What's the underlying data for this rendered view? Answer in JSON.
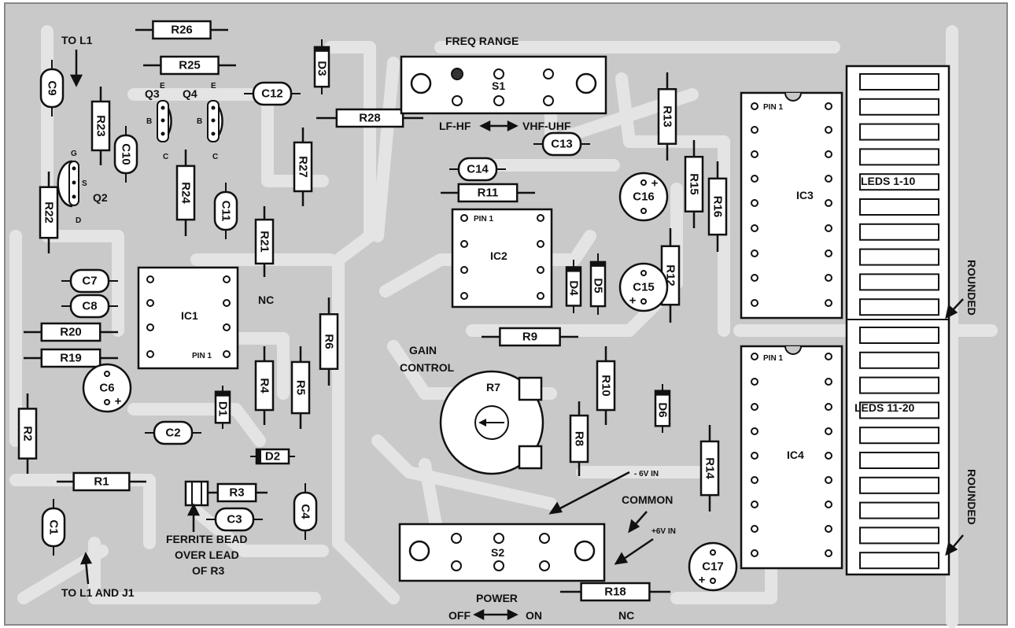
{
  "resistors": [
    {
      "id": "r26",
      "label": "R26"
    },
    {
      "id": "r25",
      "label": "R25"
    },
    {
      "id": "r23",
      "label": "R23"
    },
    {
      "id": "r22",
      "label": "R22"
    },
    {
      "id": "r24",
      "label": "R24"
    },
    {
      "id": "r27",
      "label": "R27"
    },
    {
      "id": "r21",
      "label": "R21"
    },
    {
      "id": "r28",
      "label": "R28"
    },
    {
      "id": "r20",
      "label": "R20"
    },
    {
      "id": "r19",
      "label": "R19"
    },
    {
      "id": "r2",
      "label": "R2"
    },
    {
      "id": "r1",
      "label": "R1"
    },
    {
      "id": "r3",
      "label": "R3"
    },
    {
      "id": "r4",
      "label": "R4"
    },
    {
      "id": "r5",
      "label": "R5"
    },
    {
      "id": "r6",
      "label": "R6"
    },
    {
      "id": "r11",
      "label": "R11"
    },
    {
      "id": "r9",
      "label": "R9"
    },
    {
      "id": "r10",
      "label": "R10"
    },
    {
      "id": "r8",
      "label": "R8"
    },
    {
      "id": "r13",
      "label": "R13"
    },
    {
      "id": "r15",
      "label": "R15"
    },
    {
      "id": "r16",
      "label": "R16"
    },
    {
      "id": "r12",
      "label": "R12"
    },
    {
      "id": "r14",
      "label": "R14"
    },
    {
      "id": "r18",
      "label": "R18"
    }
  ],
  "capacitors": [
    {
      "id": "c9",
      "label": "C9"
    },
    {
      "id": "c10",
      "label": "C10"
    },
    {
      "id": "c12",
      "label": "C12"
    },
    {
      "id": "c11",
      "label": "C11"
    },
    {
      "id": "c7",
      "label": "C7"
    },
    {
      "id": "c8",
      "label": "C8"
    },
    {
      "id": "c2",
      "label": "C2"
    },
    {
      "id": "c1",
      "label": "C1"
    },
    {
      "id": "c3",
      "label": "C3"
    },
    {
      "id": "c4",
      "label": "C4"
    },
    {
      "id": "c13",
      "label": "C13"
    },
    {
      "id": "c14",
      "label": "C14"
    }
  ],
  "electrolytics": [
    {
      "id": "c6",
      "label": "C6"
    },
    {
      "id": "c16",
      "label": "C16"
    },
    {
      "id": "c15",
      "label": "C15"
    },
    {
      "id": "c17",
      "label": "C17"
    }
  ],
  "diodes": [
    {
      "id": "d3",
      "label": "D3"
    },
    {
      "id": "d1",
      "label": "D1"
    },
    {
      "id": "d2",
      "label": "D2"
    },
    {
      "id": "d4",
      "label": "D4"
    },
    {
      "id": "d5",
      "label": "D5"
    },
    {
      "id": "d6",
      "label": "D6"
    }
  ],
  "transistors": {
    "q3": "Q3",
    "q4": "Q4",
    "q2": "Q2",
    "pin_e": "E",
    "pin_b": "B",
    "pin_c": "C",
    "pin_g": "G",
    "pin_s": "S",
    "pin_d": "D"
  },
  "ics": {
    "ic1": "IC1",
    "ic2": "IC2",
    "ic3": "IC3",
    "ic4": "IC4",
    "pin1_ic1": "PIN 1",
    "pin1_ic2": "PIN 1",
    "pin1_ic3": "PIN 1",
    "pin1_ic4": "PIN 1"
  },
  "labels": {
    "to_l1": "TO L1",
    "freq_range": "FREQ RANGE",
    "s1": "S1",
    "lf_hf": "LF-HF",
    "vhf_uhf": "VHF-UHF",
    "nc_1": "NC",
    "gain_1": "GAIN",
    "gain_2": "CONTROL",
    "r7": "R7",
    "leds_1_10": "LEDS 1-10",
    "leds_11_20": "LEDS 11-20",
    "rounded_1": "ROUNDED",
    "rounded_2": "ROUNDED",
    "neg6v": "- 6V IN",
    "common": "COMMON",
    "pos6v": "+6V IN",
    "s2": "S2",
    "power": "POWER",
    "off": "OFF",
    "on": "ON",
    "nc_2": "NC",
    "to_l1_j1": "TO L1 AND J1",
    "ferrite_1": "FERRITE BEAD",
    "ferrite_2": "OVER LEAD",
    "ferrite_3": "OF R3"
  }
}
